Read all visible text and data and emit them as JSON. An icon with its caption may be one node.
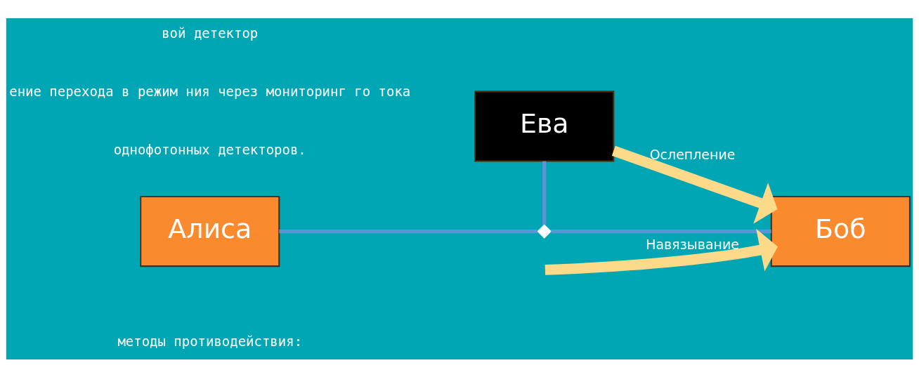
{
  "diagram": {
    "nodes": [
      {
        "text": [
          "Алиса"
        ]
      },
      {
        "text": [],
        "shape": "cross"
      },
      {
        "text": [
          "Боб"
        ]
      },
      {
        "text": [
          "Ева"
        ]
      }
    ],
    "edges": [
      {
        "from": 0,
        "to": 1,
        "arrow": "none"
      },
      {
        "from": 1,
        "to": 2,
        "arrow": "none"
      },
      {
        "from": 3,
        "to": 1,
        "arrow": "none"
      },
      {
        "from": null,
        "to": 2,
        "arrow": "to",
        "label": "Навязывание",
        "style": "thick",
        "color": "#fdd98a"
      },
      {
        "from": 3,
        "to": 2,
        "arrow": "to",
        "label": "Ослепление",
        "style": "thick",
        "color": "#fdd98a"
      }
    ],
    "labels": [
      "однофотонных детекторов.",
      "методы противодействия:",
      "ение перехода в режим ния через мониторинг го тока",
      "вой детектор"
    ]
  }
}
